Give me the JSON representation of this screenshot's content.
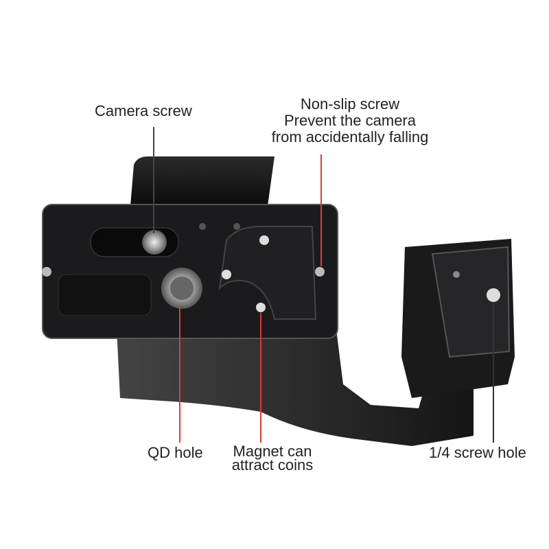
{
  "callouts": {
    "camera_screw": "Camera screw",
    "non_slip": [
      "Non-slip screw",
      "Prevent the camera",
      "from accidentally falling"
    ],
    "qd_hole": "QD hole",
    "magnet": [
      "Magnet can",
      "attract coins"
    ],
    "screw_hole": "1/4 screw hole"
  },
  "colors": {
    "leader": "#e8392b",
    "leader_gray": "#333333",
    "metal": "#1c1c1e"
  }
}
